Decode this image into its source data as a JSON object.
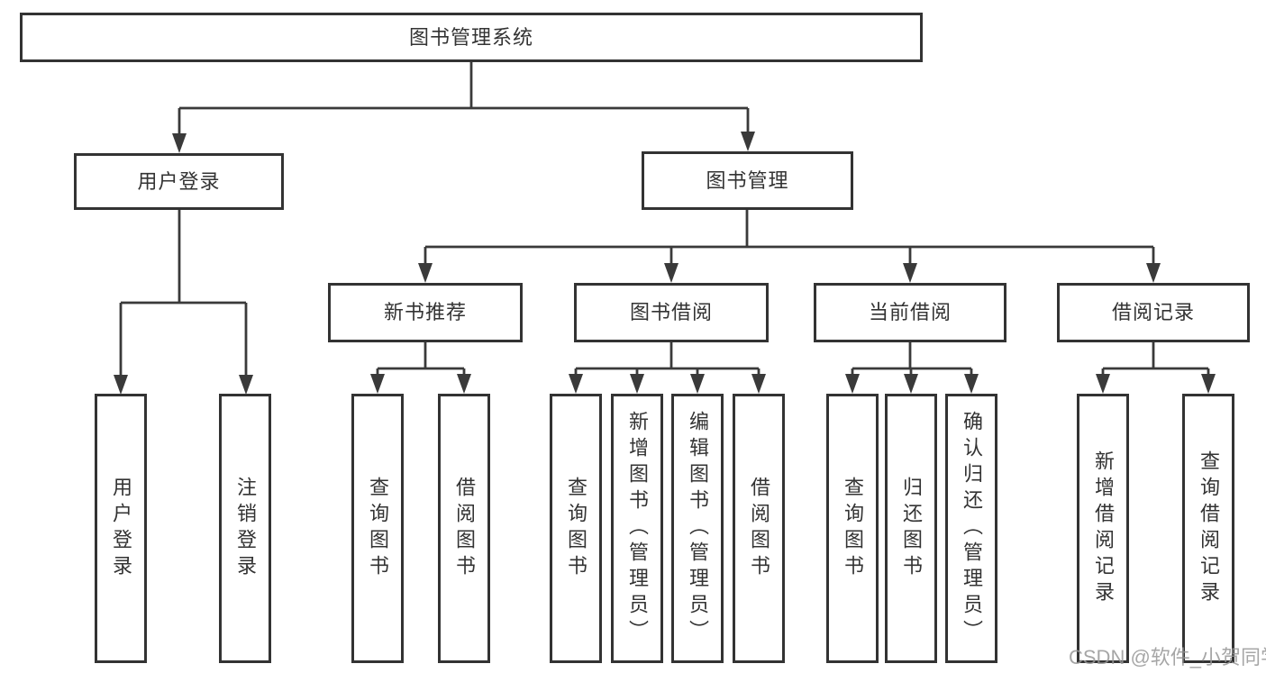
{
  "diagram": {
    "root": {
      "label": "图书管理系统"
    },
    "level2": [
      {
        "label": "用户登录"
      },
      {
        "label": "图书管理"
      }
    ],
    "level3": [
      {
        "label": "新书推荐"
      },
      {
        "label": "图书借阅"
      },
      {
        "label": "当前借阅"
      },
      {
        "label": "借阅记录"
      }
    ],
    "leaves": {
      "user_login": [
        {
          "label": "用户登录"
        },
        {
          "label": "注销登录"
        }
      ],
      "new_book_recommend": [
        {
          "label": "查询图书"
        },
        {
          "label": "借阅图书"
        }
      ],
      "book_borrowing": [
        {
          "label": "查询图书"
        },
        {
          "label": "新增图书（管理员）"
        },
        {
          "label": "编辑图书（管理员）"
        },
        {
          "label": "借阅图书"
        }
      ],
      "current_borrowing": [
        {
          "label": "查询图书"
        },
        {
          "label": "归还图书"
        },
        {
          "label": "确认归还（管理员）"
        }
      ],
      "borrowing_records": [
        {
          "label": "新增借阅记录"
        },
        {
          "label": "查询借阅记录"
        }
      ]
    }
  },
  "watermark": {
    "text": "CSDN @软件_小贺同学"
  },
  "colors": {
    "line": "#3a3a3a",
    "border": "#333333",
    "text": "#333333",
    "background": "#ffffff",
    "watermark": "#969696"
  }
}
